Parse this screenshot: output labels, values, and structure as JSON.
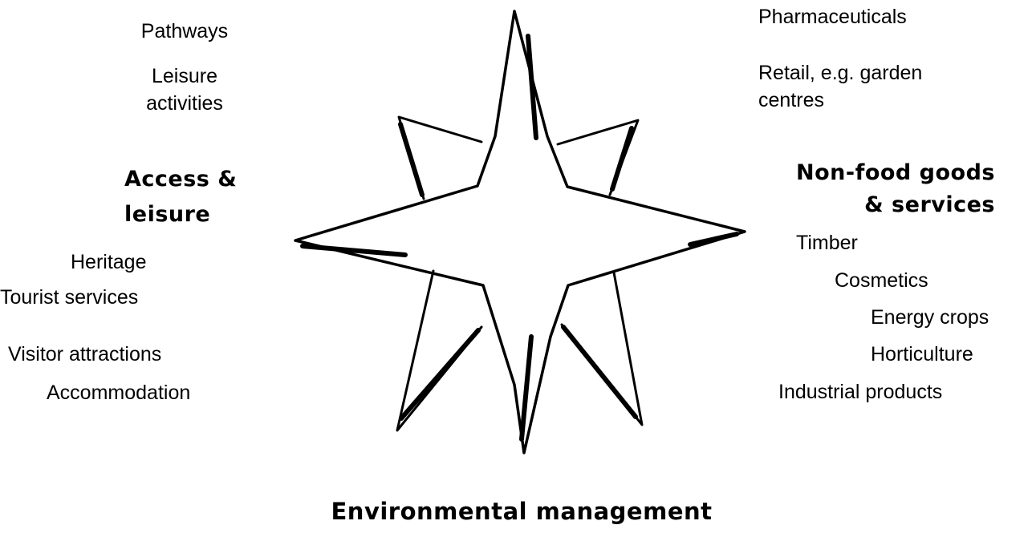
{
  "left": {
    "top_items": [
      "Pathways",
      "Leisure activities"
    ],
    "heading": [
      "Access &",
      "leisure"
    ],
    "bottom_items": [
      "Heritage",
      "Tourist services",
      "Visitor attractions",
      "Accommodation"
    ]
  },
  "right": {
    "top_items": [
      "Pharmaceuticals",
      "Retail, e.g. garden",
      "centres"
    ],
    "heading": [
      "Non-food goods",
      "& services"
    ],
    "bottom_items": [
      "Timber",
      "Cosmetics",
      "Energy crops",
      "Horticulture",
      "Industrial products"
    ]
  },
  "bottom": {
    "heading": "Environmental management"
  },
  "colors": {
    "ink": "#000000",
    "background": "#ffffff"
  },
  "icons": {
    "center": "four-point-star-icon"
  }
}
